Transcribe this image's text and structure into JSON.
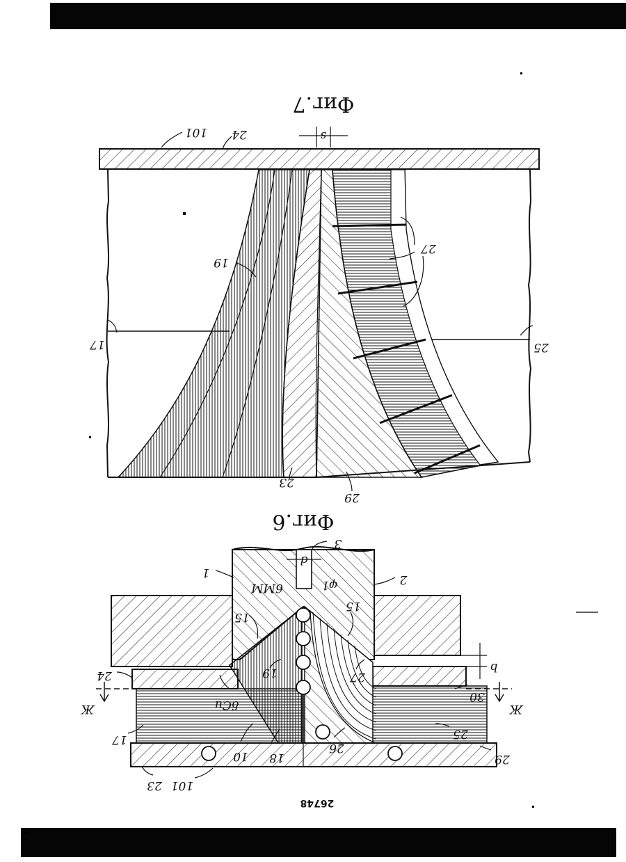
{
  "page": {
    "number": "26748"
  },
  "fig7": {
    "title": "Фиг.7",
    "labels": {
      "l101": "101",
      "l24": "24",
      "s": "s",
      "l17": "17",
      "l19": "19",
      "l27": "27",
      "l25": "25",
      "l23": "23",
      "l29": "29"
    }
  },
  "fig6": {
    "title": "Фиг.6",
    "labels": {
      "l3": "3",
      "d": "d",
      "l1": "1",
      "l2": "2",
      "mm": "6ММ",
      "phi": "φ1",
      "l15a": "15",
      "l15b": "15",
      "b": "b",
      "l24": "24",
      "l19": "19",
      "l27": "27",
      "l30": "30",
      "ss_left": "Ж",
      "ss_right": "Ж",
      "dcu": "δCu",
      "l17": "17",
      "l25": "25",
      "l10": "10",
      "l18": "18",
      "l26": "26",
      "l29": "29",
      "l23": "23",
      "l101": "101"
    }
  }
}
